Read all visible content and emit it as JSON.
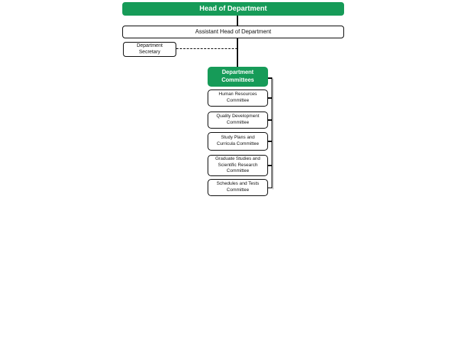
{
  "org_chart": {
    "nodes": {
      "head": {
        "label": "Head of Department"
      },
      "assistant": {
        "label": "Assistant Head of Department"
      },
      "secretary": {
        "label": "Department Secretary"
      },
      "committees_header": {
        "label": "Department Committees"
      }
    },
    "committees": {
      "items": [
        "Human Resources Committee",
        "Quality Development Committee",
        "Study Plans and Curricula Committee",
        "Graduate Studies and Scientific Research Committee",
        "Schedules and Tests Committee"
      ]
    },
    "connectors": {
      "secretary_link_style": "dashed",
      "hierarchy_link_style": "solid"
    },
    "colors": {
      "accent_green": "#169b58",
      "line": "#000000",
      "box_border": "#000000",
      "text_on_green": "#ffffff",
      "background": "#ffffff"
    }
  }
}
